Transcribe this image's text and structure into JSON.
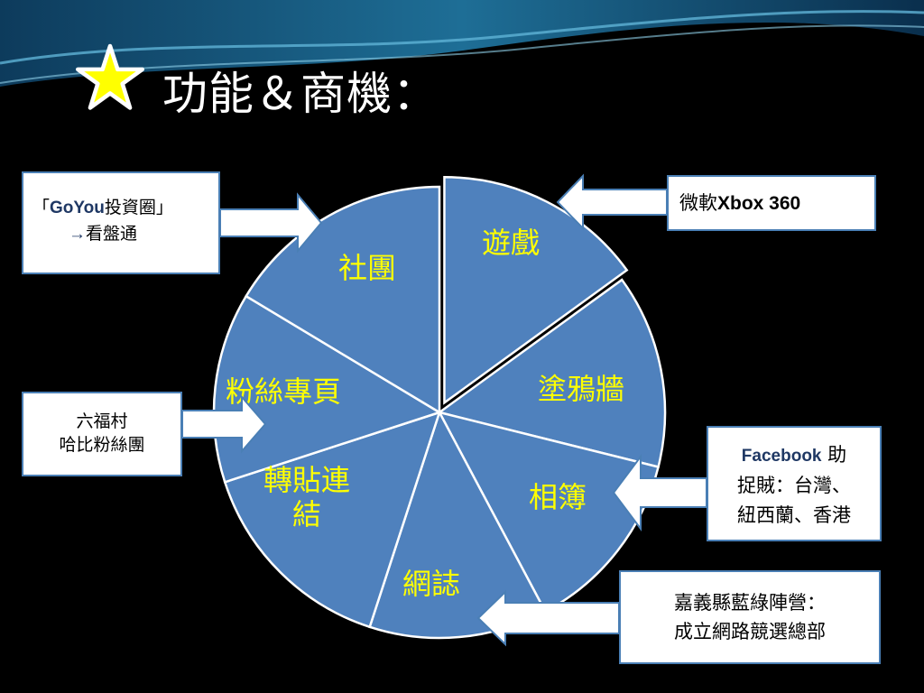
{
  "slide": {
    "title": "功能＆商機："
  },
  "pie_segments": [
    {
      "label": "遊戲",
      "exploded": true
    },
    {
      "label": "塗鴉牆"
    },
    {
      "label": "相簿"
    },
    {
      "label": "網誌"
    },
    {
      "label": "轉貼連結"
    },
    {
      "label": "粉絲專頁"
    },
    {
      "label": "社團"
    }
  ],
  "segment_labels": {
    "games": "遊戲",
    "wall": "塗鴉牆",
    "albums": "相簿",
    "blog": "網誌",
    "repost_1": "轉貼連",
    "repost_2": "結",
    "fanpage": "粉絲專頁",
    "groups": "社團"
  },
  "callouts": {
    "goyou": {
      "line1_prefix": "「",
      "line1_bold": "GoYou",
      "line1_suffix": "投資圈」",
      "line2_arrow": "→",
      "line2_text": "看盤通"
    },
    "leofoo": {
      "line1": "六福村",
      "line2": "哈比粉絲團"
    },
    "xbox": {
      "prefix": "微軟",
      "bold": "Xbox 360"
    },
    "facebook": {
      "bold": "Facebook",
      "line1_suffix": " 助",
      "line2": "捉賊：台灣、",
      "line3": "紐西蘭、香港"
    },
    "chiayi": {
      "line1": "嘉義縣藍綠陣營：",
      "line2": "成立網路競選總部"
    }
  },
  "colors": {
    "pie_fill": "#4f81bd",
    "segment_label": "#ffff00",
    "background": "#000000",
    "star": "#ffff00"
  },
  "icons": {
    "bullet": "star-icon"
  }
}
